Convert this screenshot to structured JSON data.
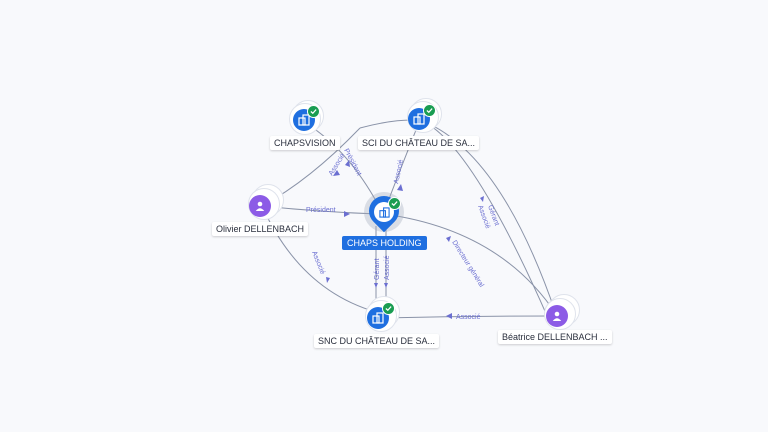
{
  "colors": {
    "company": "#1f6fe0",
    "person": "#8c5be6",
    "verified": "#1a9d52",
    "edge_label": "#6b6fd1",
    "background": "#f8f9fc"
  },
  "nodes": {
    "chapsvision": {
      "label": "CHAPSVISION",
      "type": "company",
      "icon": "building-icon",
      "verified": true
    },
    "sci": {
      "label": "SCI DU CHÂTEAU DE SA...",
      "type": "company",
      "icon": "building-icon",
      "verified": true
    },
    "olivier": {
      "label": "Olivier DELLENBACH",
      "type": "person",
      "icon": "person-icon"
    },
    "chaps_holding": {
      "label": "CHAPS HOLDING",
      "type": "company",
      "icon": "building-icon",
      "verified": true,
      "focus": true
    },
    "snc": {
      "label": "SNC DU CHÂTEAU DE SA...",
      "type": "company",
      "icon": "building-icon",
      "verified": true
    },
    "beatrice": {
      "label": "Béatrice DELLENBACH ...",
      "type": "person",
      "icon": "person-icon"
    }
  },
  "edges": {
    "olivier_chaps_holding": {
      "label": "Président"
    },
    "olivier_chapsvision": {
      "label": "Associé"
    },
    "chapsvision_chaps_holding": {
      "label": "Président"
    },
    "sci_chaps_holding": {
      "label": "Associé"
    },
    "sci_beatrice_1": {
      "label": "Gérant"
    },
    "sci_beatrice_2": {
      "label": "Associé"
    },
    "beatrice_chaps_holding": {
      "label": "Directeur général"
    },
    "snc_chaps_holding_1": {
      "label": "Gérant"
    },
    "snc_chaps_holding_2": {
      "label": "Associé"
    },
    "olivier_snc": {
      "label": "Associé"
    },
    "beatrice_snc": {
      "label": "Associé"
    }
  }
}
